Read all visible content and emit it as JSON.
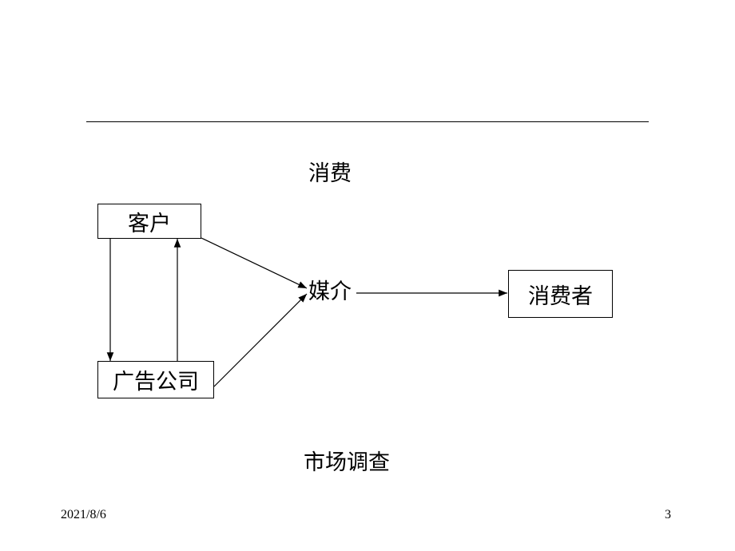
{
  "diagram": {
    "top_label": "消费",
    "bottom_label": "市场调查",
    "nodes": {
      "client": "客户",
      "agency": "广告公司",
      "media": "媒介",
      "consumer": "消费者"
    }
  },
  "footer": {
    "date": "2021/8/6",
    "page": "3"
  }
}
